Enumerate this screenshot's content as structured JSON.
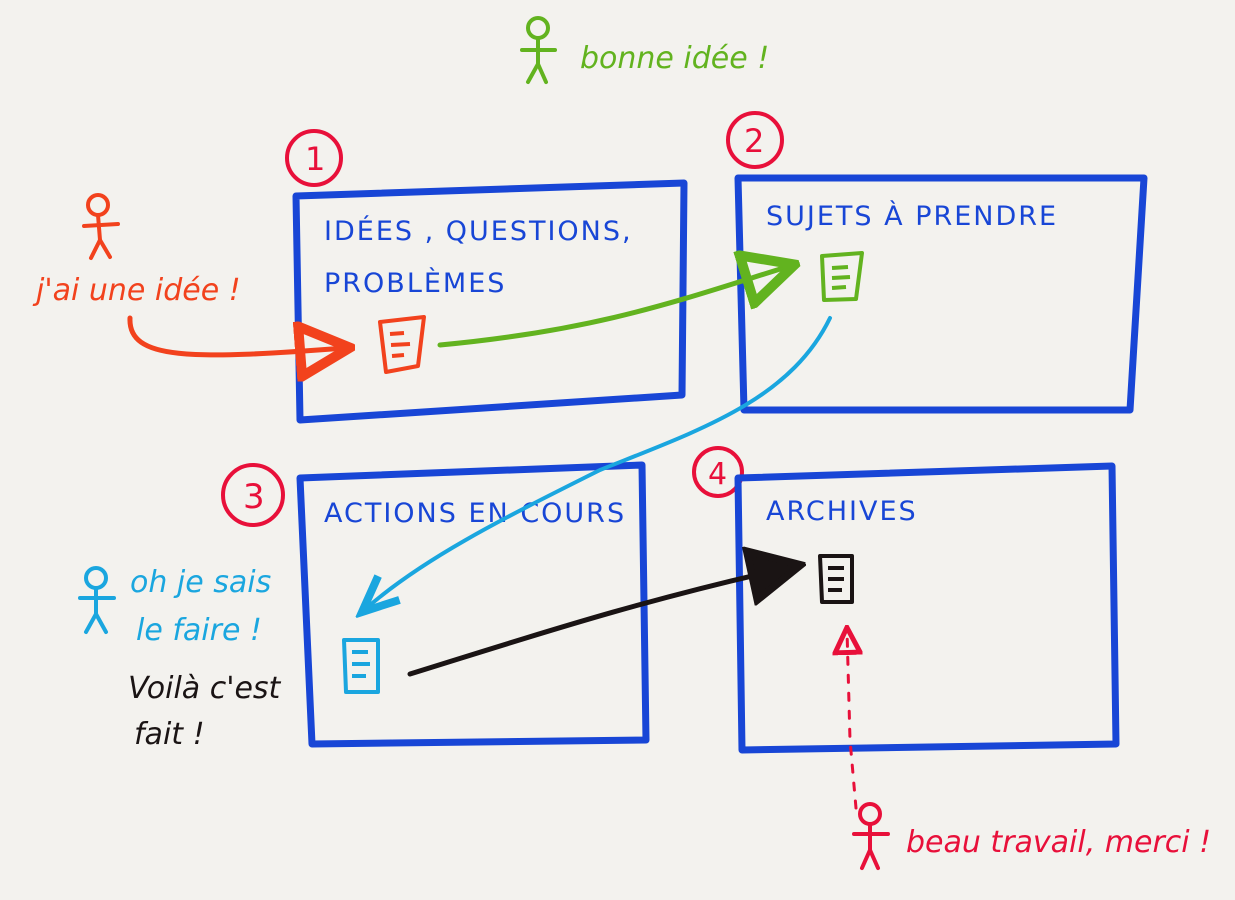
{
  "colors": {
    "blue": "#1846d6",
    "red": "#e8103a",
    "orange": "#f2421d",
    "green": "#62b31f",
    "cyan": "#1aa6df",
    "black": "#1a1414",
    "paper": "#f3f2ee"
  },
  "boxes": [
    {
      "number": "1",
      "title_lines": [
        "IDÉES , QUESTIONS,",
        "PROBLÈMES"
      ]
    },
    {
      "number": "2",
      "title_lines": [
        "SUJETS À PRENDRE"
      ]
    },
    {
      "number": "3",
      "title_lines": [
        "ACTIONS EN COURS"
      ]
    },
    {
      "number": "4",
      "title_lines": [
        "ARCHIVES"
      ]
    }
  ],
  "speech": {
    "top": "bonne idée !",
    "left_orange": "j'ai une idée !",
    "left_cyan_1": "oh je sais",
    "left_cyan_2": "le faire !",
    "left_black_1": "Voilà c'est",
    "left_black_2": "fait !",
    "bottom_red": "beau travail, merci !"
  },
  "icons": [
    "stick-figure-icon",
    "document-icon",
    "arrow-icon"
  ]
}
